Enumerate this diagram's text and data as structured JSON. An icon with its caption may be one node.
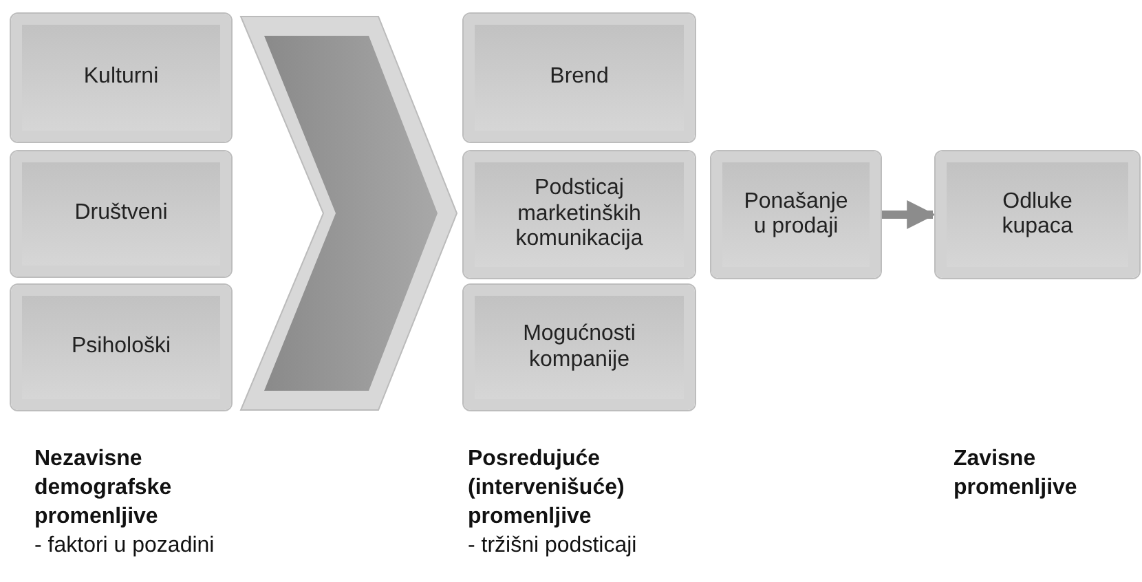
{
  "diagram": {
    "nodes": [
      {
        "text": [
          "Kulturni"
        ]
      },
      {
        "text": [
          "Društveni"
        ]
      },
      {
        "text": [
          "Psihološki"
        ]
      },
      {
        "text": [
          "Brend"
        ]
      },
      {
        "text": [
          "Podsticaj marketinških komunikacija"
        ]
      },
      {
        "text": [
          "Mogućnosti kompanije"
        ]
      },
      {
        "text": [
          "Ponašanje u prodaji"
        ]
      },
      {
        "text": [
          "Odluke kupaca"
        ]
      }
    ],
    "edges": [
      {
        "from": 6,
        "to": 7,
        "arrow": "to"
      }
    ],
    "labels": [
      "Nezavisne demografske promenljive",
      "- faktori u pozadini",
      "Posredujuće (intervenišuće) promenljive",
      "- tržišni podsticaji",
      "Zavisne promenljive"
    ]
  }
}
